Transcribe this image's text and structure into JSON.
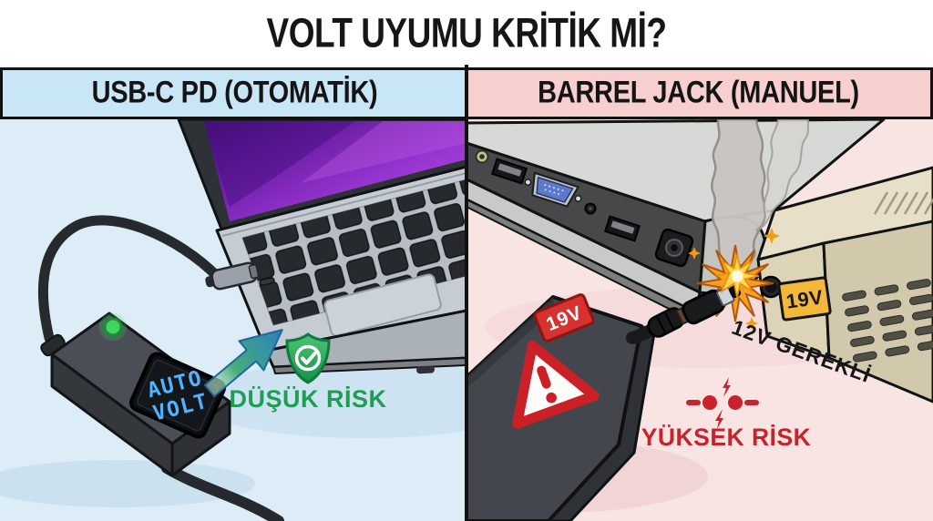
{
  "title": "VOLT UYUMU KRİTİK Mİ?",
  "left_panel": {
    "header": "USB-C PD (OTOMATİK)",
    "charger_display_line1": "AUTO",
    "charger_display_line2": "VOLT",
    "risk_label": "DÜŞÜK RİSK",
    "colors": {
      "background": "#dcedf8",
      "header_background": "#c9e6f6",
      "risk_text": "#1f9d55",
      "display_text": "#4fb3ff",
      "led": "#41d55f",
      "shield_green": "#27a354",
      "arrow_green": "#47ad77",
      "arrow_blue": "#2b80c1"
    }
  },
  "right_panel": {
    "header": "BARREL JACK (MANUEL)",
    "adapter_sticker_label": "19V",
    "device_port_label": "19V",
    "required_voltage_label": "12V GEREKLİ",
    "risk_label": "YÜKSEK RİSK",
    "colors": {
      "background": "#f9e4e4",
      "header_background": "#f8cfcf",
      "risk_text": "#c8232c",
      "warning_red": "#cc2027",
      "sticker_red": "#d63230",
      "port_label_yellow": "#f3b73a",
      "spark_orange": "#f7a01b"
    }
  }
}
